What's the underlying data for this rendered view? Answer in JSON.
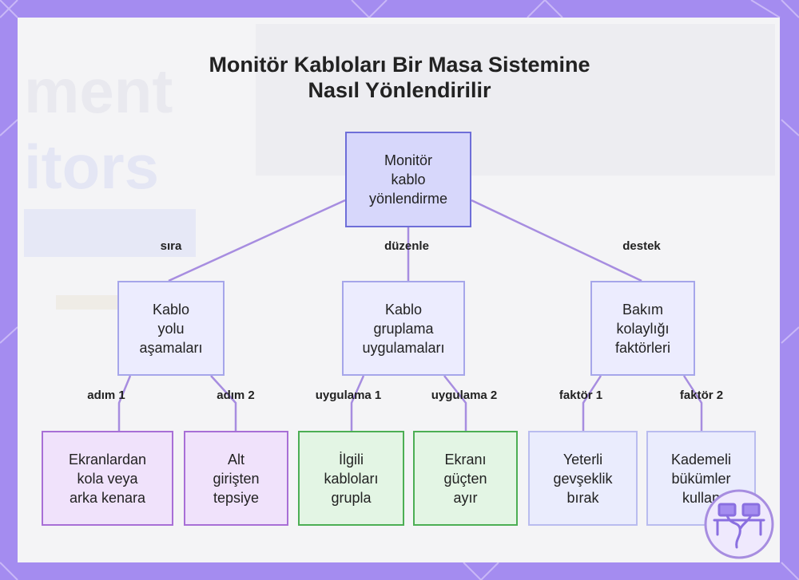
{
  "title": {
    "line1": "Monitör Kabloları Bir Masa Sistemine",
    "line2": "Nasıl Yönlendirilir"
  },
  "background_text": {
    "line1": "ment",
    "line2": "itors"
  },
  "nodes": {
    "root": "Monitör\nkablo\nyönlendirme",
    "path": "Kablo\nyolu\naşamaları",
    "grouping": "Kablo\ngruplama\nuygulamaları",
    "maintenance": "Bakım\nkolaylığı\nfaktörleri",
    "step1": "Ekranlardan\nkola veya\narka kenara",
    "step2": "Alt\ngirişten\ntepsiye",
    "app1": "İlgili\nkabloları\ngrupla",
    "app2": "Ekranı\ngüçten\nayır",
    "factor1": "Yeterli\ngevşeklik\nbırak",
    "factor2": "Kademeli\nbükümler\nkullan"
  },
  "edge_labels": {
    "sira": "sıra",
    "duzenle": "düzenle",
    "destek": "destek",
    "adim1": "adım 1",
    "adim2": "adım 2",
    "uygulama1": "uygulama 1",
    "uygulama2": "uygulama 2",
    "faktor1": "faktör 1",
    "faktor2": "faktör 2"
  },
  "colors": {
    "frame": "#a48cf0",
    "root_fill": "#d7d7fb",
    "root_border": "#6e6ed8",
    "mid_fill": "#ececfe",
    "purple_border": "#a86fd6",
    "green_border": "#4cae54",
    "link": "#a78de0"
  },
  "icons": {
    "logo": "desk-monitors-icon"
  }
}
